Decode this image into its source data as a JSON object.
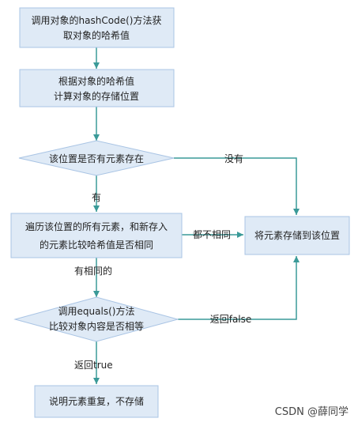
{
  "nodes": {
    "n1": [
      "调用对象的hashCode()方法获",
      "取对象的哈希值"
    ],
    "n2": [
      "根据对象的哈希值",
      "计算对象的存储位置"
    ],
    "d1": [
      "该位置是否有元素存在"
    ],
    "n3": [
      "遍历该位置的所有元素，和新存入",
      "的元素比较哈希值是否相同"
    ],
    "n4": [
      "将元素存储到该位置"
    ],
    "d2": [
      "调用equals()方法",
      "比较对象内容是否相等"
    ],
    "n5": [
      "说明元素重复，不存储"
    ]
  },
  "edges": {
    "d1_no": "没有",
    "d1_yes": "有",
    "n3_diff": "都不相同",
    "n3_same": "有相同的",
    "d2_false": "返回false",
    "d2_true": "返回true"
  },
  "watermark": "CSDN @薛同学",
  "colors": {
    "box_fill": "#dfeaf6",
    "box_stroke": "#a9c4e4",
    "arrow": "#3a9a98"
  }
}
